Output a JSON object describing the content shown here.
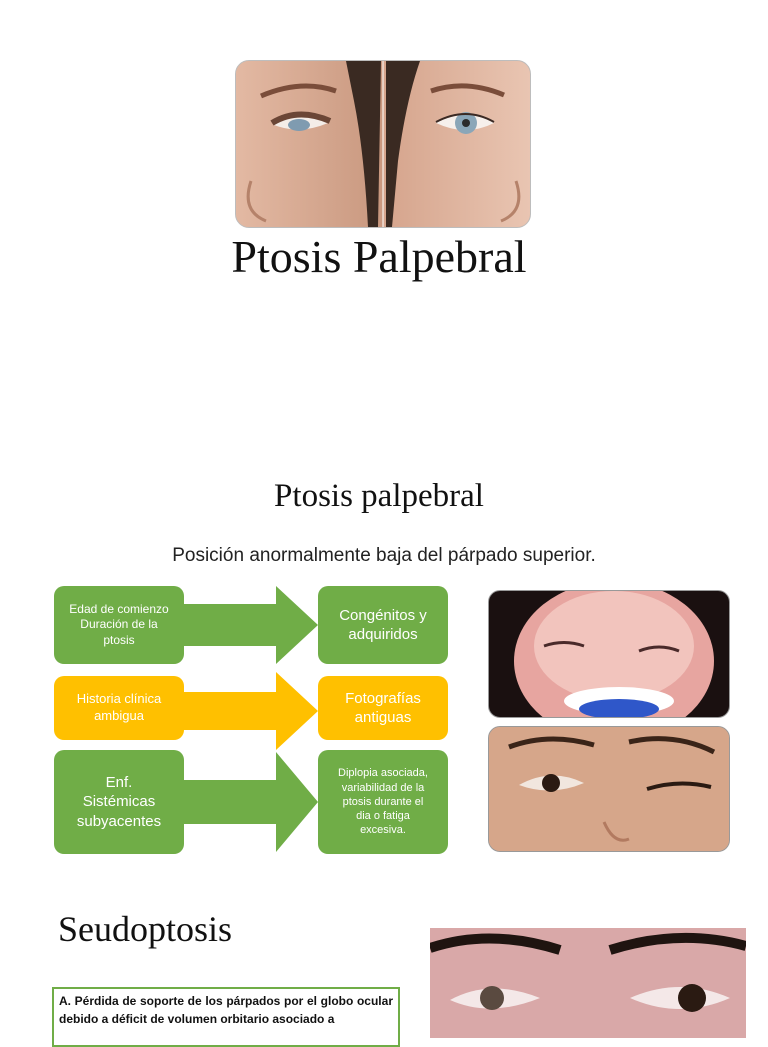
{
  "slide1": {
    "title": "Ptosis Palpebral",
    "photo_description": "ptosis-comparison-eyes"
  },
  "slide2": {
    "title": "Ptosis palpebral",
    "subtitle": "Posición anormalmente baja del párpado superior.",
    "rows": [
      {
        "left": "Edad de comienzo\nDuración de la\nptosis",
        "right": "Congénitos y\nadquiridos",
        "color": "#70ad47"
      },
      {
        "left": "Historia clínica\nambigua",
        "right": "Fotografías\nantiguas",
        "color": "#ffc000"
      },
      {
        "left": "Enf.\nSistémicas\nsubyacentes",
        "right": "Diplopia asociada,\nvariabilidad de la\nptosis durante el\ndia o fatiga\nexcesiva.",
        "color": "#70ad47"
      }
    ],
    "photos": [
      "infant-ptosis-photo",
      "child-ptosis-photo"
    ]
  },
  "slide3": {
    "title": "Seudoptosis",
    "text": "A.  Pérdida de soporte de los párpados por el globo ocular debido a déficit de volumen orbitario asociado a",
    "photo": "adult-eyes-photo"
  }
}
